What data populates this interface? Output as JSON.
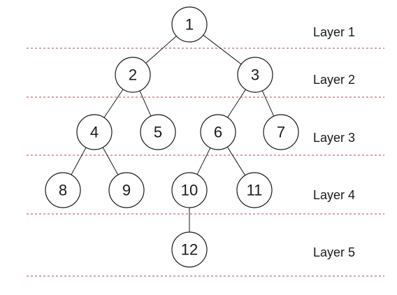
{
  "diagram": {
    "layers": [
      {
        "label": "Layer 1"
      },
      {
        "label": "Layer 2"
      },
      {
        "label": "Layer 3"
      },
      {
        "label": "Layer 4"
      },
      {
        "label": "Layer 5"
      }
    ],
    "nodes": [
      {
        "id": "n1",
        "label": "1",
        "layer": 1
      },
      {
        "id": "n2",
        "label": "2",
        "layer": 2
      },
      {
        "id": "n3",
        "label": "3",
        "layer": 2
      },
      {
        "id": "n4",
        "label": "4",
        "layer": 3
      },
      {
        "id": "n5",
        "label": "5",
        "layer": 3
      },
      {
        "id": "n6",
        "label": "6",
        "layer": 3
      },
      {
        "id": "n7",
        "label": "7",
        "layer": 3
      },
      {
        "id": "n8",
        "label": "8",
        "layer": 4
      },
      {
        "id": "n9",
        "label": "9",
        "layer": 4
      },
      {
        "id": "n10",
        "label": "10",
        "layer": 4
      },
      {
        "id": "n11",
        "label": "11",
        "layer": 4
      },
      {
        "id": "n12",
        "label": "12",
        "layer": 5
      }
    ],
    "edges": [
      [
        "n1",
        "n2"
      ],
      [
        "n1",
        "n3"
      ],
      [
        "n2",
        "n4"
      ],
      [
        "n2",
        "n5"
      ],
      [
        "n3",
        "n6"
      ],
      [
        "n3",
        "n7"
      ],
      [
        "n4",
        "n8"
      ],
      [
        "n4",
        "n9"
      ],
      [
        "n6",
        "n10"
      ],
      [
        "n6",
        "n11"
      ],
      [
        "n10",
        "n12"
      ]
    ],
    "colors": {
      "line": "#1a1a1a",
      "divider": "#b04a4a",
      "node_fill": "#ffffff"
    }
  }
}
